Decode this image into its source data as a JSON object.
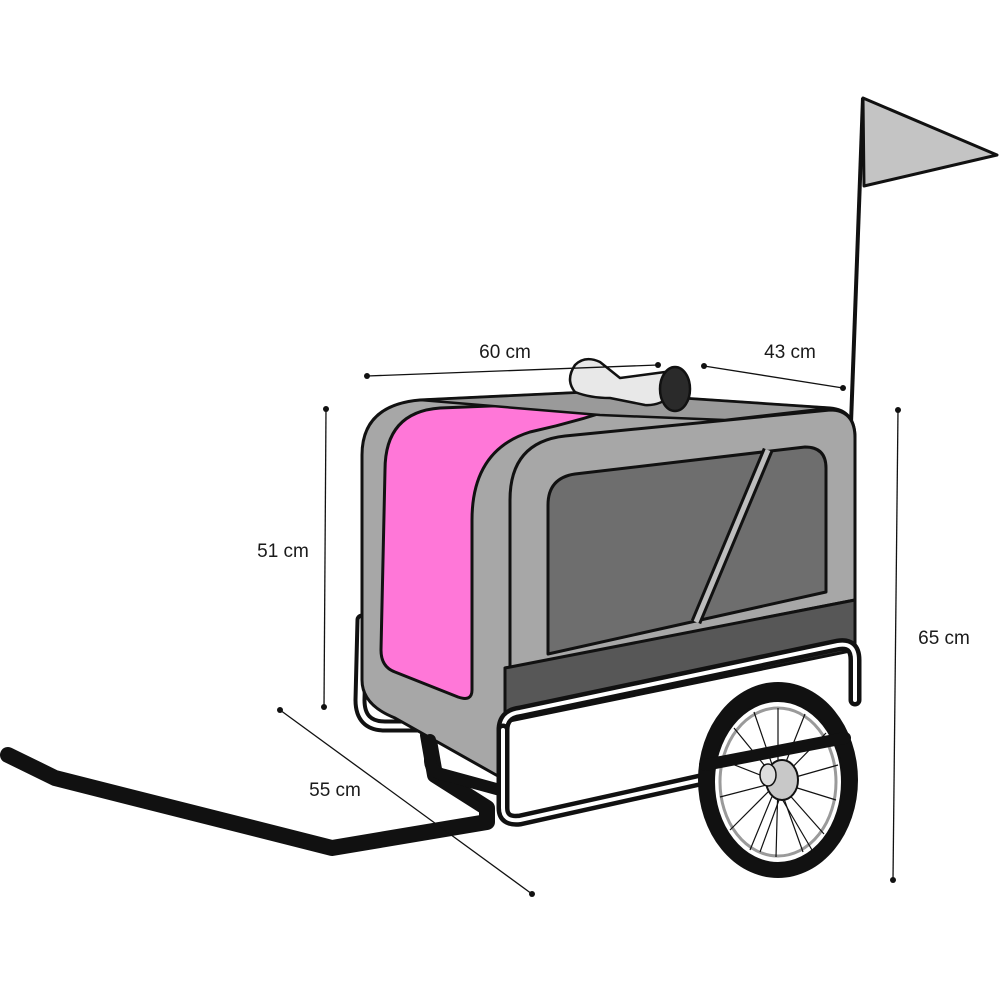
{
  "dimensions": {
    "length": "60 cm",
    "width": "43 cm",
    "interior_height": "51 cm",
    "depth": "55 cm",
    "total_height": "65 cm"
  },
  "colors": {
    "frame": "#111111",
    "body_light_gray": "#a7a7a7",
    "body_dark_gray": "#575757",
    "window_gray": "#6e6e6e",
    "pink_cover": "#ff77d8",
    "flag": "#c4c4c4"
  }
}
